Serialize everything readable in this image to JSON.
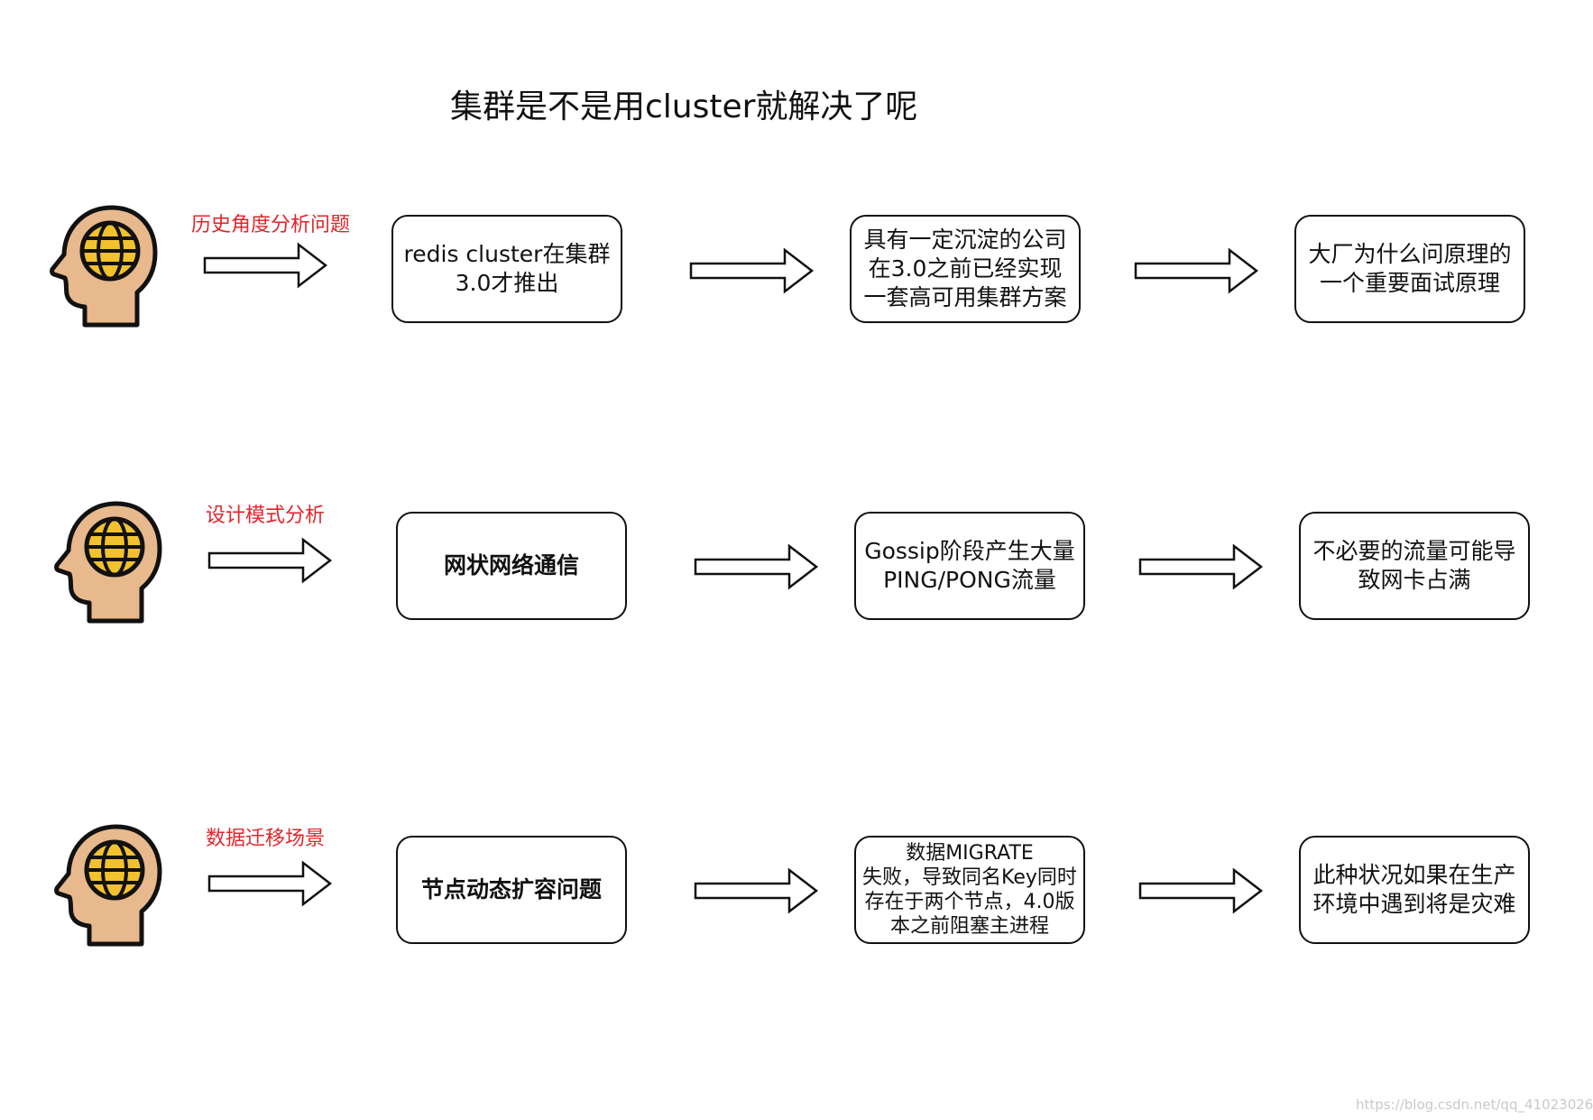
{
  "title": "集群是不是用cluster就解决了呢",
  "rows": [
    {
      "label": "历史角度分析问题",
      "boxes": [
        {
          "text": "redis cluster在集群\n3.0才推出"
        },
        {
          "text": "具有一定沉淀的公司\n在3.0之前已经实现\n一套高可用集群方案"
        },
        {
          "text": "大厂为什么问原理的\n一个重要面试原理"
        }
      ]
    },
    {
      "label": "设计模式分析",
      "boxes": [
        {
          "text": "网状网络通信"
        },
        {
          "text": "Gossip阶段产生大量\nPING/PONG流量"
        },
        {
          "text": "不必要的流量可能导\n致网卡占满"
        }
      ]
    },
    {
      "label": "数据迁移场景",
      "boxes": [
        {
          "text": "节点动态扩容问题"
        },
        {
          "text": "数据MIGRATE\n失败，导致同名Key同时\n存在于两个节点，4.0版\n本之前阻塞主进程"
        },
        {
          "text": "此种状况如果在生产\n环境中遇到将是灾难"
        }
      ]
    }
  ],
  "watermark": "https://blog.csdn.net/qq_41023026",
  "colors": {
    "label": "#e0262b",
    "head_skin": "#e8b98c",
    "globe": "#f2c12e"
  },
  "icons": {
    "head": "head-globe-icon",
    "arrow": "right-arrow-icon"
  }
}
